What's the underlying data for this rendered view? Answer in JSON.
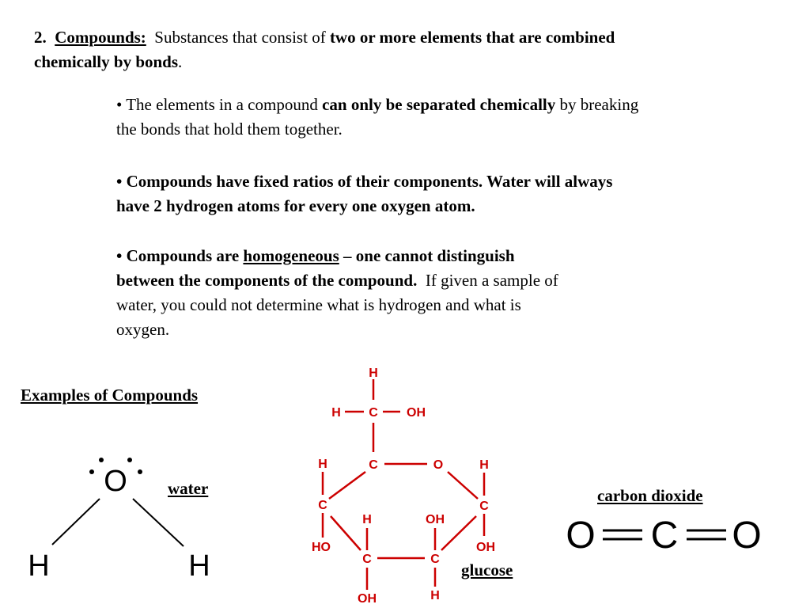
{
  "heading": {
    "number": "2.",
    "term": "Compounds:",
    "def_plain": "Substances that consist of",
    "def_bold_1": "two or more elements that are combined",
    "def_bold_2": "chemically by bonds",
    "def_end": "."
  },
  "bullets": [
    {
      "marker": "•",
      "t1": "The elements in a compound",
      "t2": "can only be separated chemically",
      "t3": "by breaking",
      "t4": "the bonds that hold them together."
    },
    {
      "marker": "•",
      "line1": "Compounds have fixed ratios of their components. Water will always",
      "line2": "have 2 hydrogen atoms for every one oxygen atom."
    },
    {
      "marker": "•",
      "t1": "Compounds are",
      "t2": "homogeneous",
      "t3": "– one cannot distinguish",
      "t4": "between the components of the compound.",
      "t5": "If given a sample of",
      "t6": "water, you could not determine what is hydrogen and what is",
      "t7": "oxygen."
    }
  ],
  "examples": {
    "title": "Examples of Compounds",
    "water_label": "water",
    "glucose_label": "glucose",
    "co2_label": "carbon dioxide"
  },
  "water_atoms": {
    "o": "O",
    "h": "H"
  },
  "glucose_atoms": {
    "h": "H",
    "c": "C",
    "o": "O",
    "oh": "OH",
    "ho": "HO",
    "line_color": "#cc0000"
  },
  "co2_atoms": {
    "c": "C",
    "o": "O"
  }
}
